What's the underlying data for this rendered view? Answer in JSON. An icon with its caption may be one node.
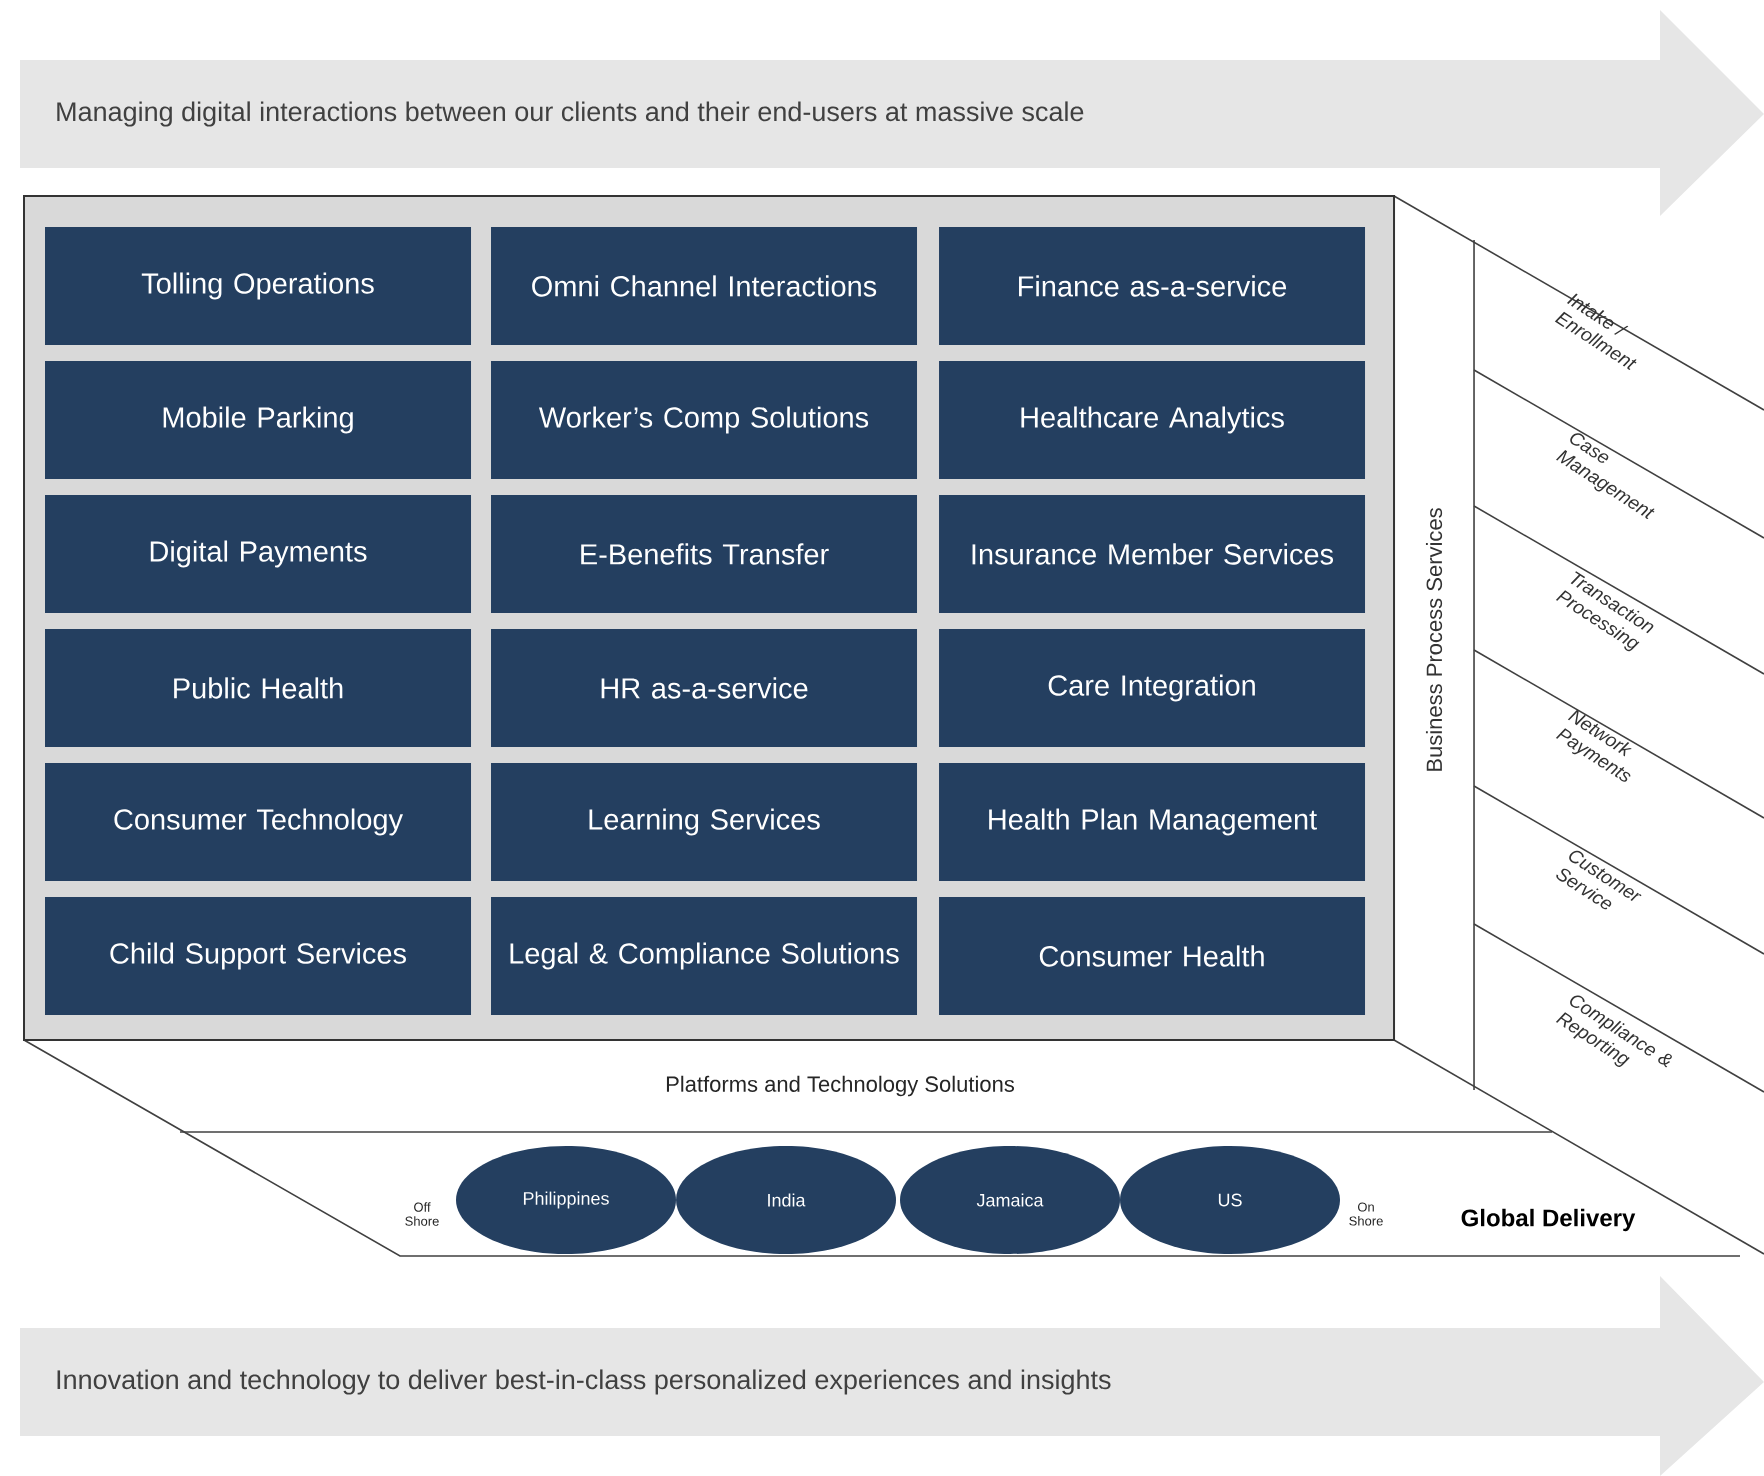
{
  "diagram": {
    "nodes": [
      {
        "text": [
          "Managing digital interactions between our clients and their end-users at massive scale"
        ]
      },
      {
        "text": [
          "Tolling Operations"
        ]
      },
      {
        "text": [
          "Omni Channel Interactions"
        ]
      },
      {
        "text": [
          "Finance as-a-service"
        ]
      },
      {
        "text": [
          "Mobile Parking"
        ]
      },
      {
        "text": [
          "Worker’s Comp Solutions"
        ]
      },
      {
        "text": [
          "Healthcare Analytics"
        ]
      },
      {
        "text": [
          "Digital Payments"
        ]
      },
      {
        "text": [
          "E-Benefits Transfer"
        ]
      },
      {
        "text": [
          "Insurance Member Services"
        ]
      },
      {
        "text": [
          "Public Health"
        ]
      },
      {
        "text": [
          "HR as-a-service"
        ]
      },
      {
        "text": [
          "Care Integration"
        ]
      },
      {
        "text": [
          "Consumer Technology"
        ]
      },
      {
        "text": [
          "Learning Services"
        ]
      },
      {
        "text": [
          "Health Plan Management"
        ]
      },
      {
        "text": [
          "Child Support Services"
        ]
      },
      {
        "text": [
          "Legal & Compliance Solutions"
        ]
      },
      {
        "text": [
          "Consumer Health"
        ]
      },
      {
        "text": [
          "Philippines"
        ]
      },
      {
        "text": [
          "India"
        ]
      },
      {
        "text": [
          "Jamaica"
        ]
      },
      {
        "text": [
          "US"
        ]
      },
      {
        "text": [
          "Innovation and technology to deliver best-in-class personalized experiences and insights"
        ]
      }
    ],
    "labels": [
      "Business Process Services",
      "Intake / Enrollment",
      "Case Management",
      "Transaction Processing",
      "Network Payments",
      "Customer Service",
      "Compliance & Reporting",
      "Platforms and Technology Solutions",
      "Off Shore",
      "On Shore",
      "Global Delivery"
    ]
  }
}
